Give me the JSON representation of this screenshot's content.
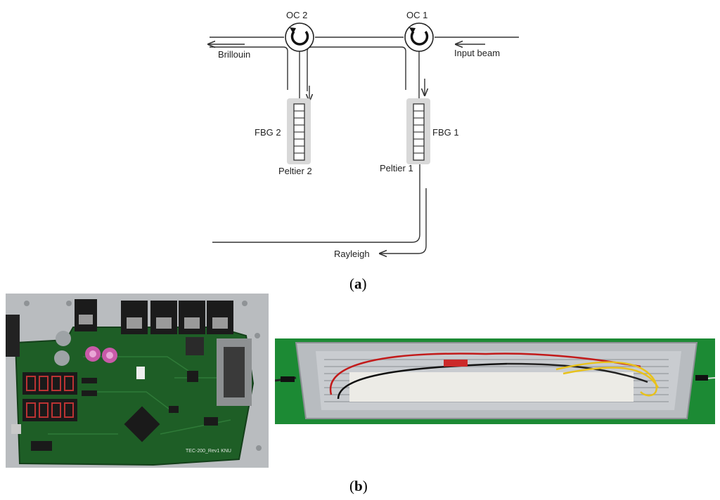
{
  "diagram": {
    "oc1_label": "OC 1",
    "oc2_label": "OC 2",
    "fbg1_label": "FBG 1",
    "fbg2_label": "FBG 2",
    "peltier1_label": "Peltier 1",
    "peltier2_label": "Peltier 2",
    "input_label": "Input beam",
    "brillouin_label": "Brillouin",
    "rayleigh_label": "Rayleigh"
  },
  "captions": {
    "a_open": "(",
    "a_letter": "a",
    "a_close": ")",
    "b_open": "(",
    "b_letter": "b",
    "b_close": ")"
  },
  "photos": {
    "pcb_silkscreen": "TEC-200_Rev1 KNU"
  },
  "colors": {
    "line": "#333333",
    "peltier_fill": "#d8d8d8",
    "pcb_green": "#1e5e26",
    "heater_green": "#1c8a34",
    "housing_metal": "#b8bcc0"
  }
}
